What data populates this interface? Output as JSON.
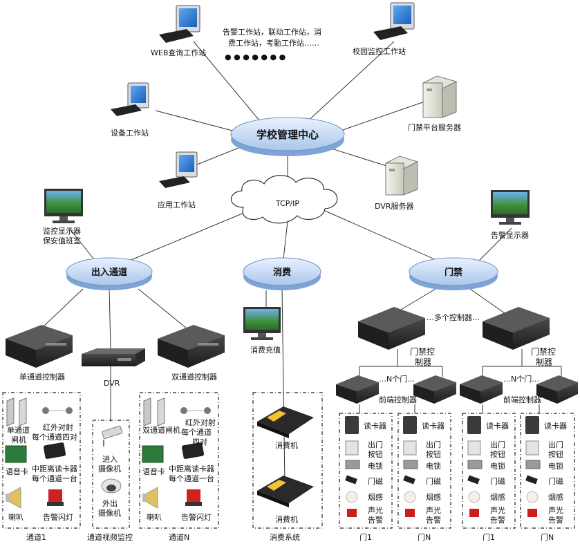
{
  "hubs": {
    "school_center": "学校管理中心",
    "tcpip": "TCP/IP",
    "entry_channel": "出入通道",
    "consumption": "消费",
    "access_control": "门禁"
  },
  "workstations": {
    "web": "WEB查询工作站",
    "alarm_note_line1": "告警工作站，联动工作站，消",
    "alarm_note_line2": "费工作站，考勤工作站……",
    "campus": "校园监控工作站",
    "equipment": "设备工作站",
    "access_server": "门禁平台服务器",
    "application": "应用工作站",
    "dvr_server": "DVR服务器"
  },
  "monitors": {
    "guard_line1": "监控显示器",
    "guard_line2": "保安值班室",
    "alarm_display": "告警显示器",
    "recharge": "消费充值"
  },
  "controllers": {
    "single": "单通道控制器",
    "dvr": "DVR",
    "double": "双通道控制器",
    "multi": "…多个控制器…",
    "door_ctrl_line1": "门禁控",
    "door_ctrl_line2": "制器",
    "n_doors": "…N个门…",
    "front_end": "前端控制器"
  },
  "channel1": {
    "gate_line1": "单通道",
    "gate_line2": "闸机",
    "ir_line1": "红外对射",
    "ir_line2": "每个通道四对",
    "voice": "语音卡",
    "reader_line1": "中距离读卡器",
    "reader_line2": "每个通道一台",
    "horn": "喇叭",
    "flash": "告警闪灯",
    "caption": "通道1"
  },
  "video": {
    "cam_in_line1": "进入",
    "cam_in_line2": "摄像机",
    "cam_out_line1": "外出",
    "cam_out_line2": "摄像机",
    "caption": "通道视频监控"
  },
  "channelN": {
    "gate": "双通道闸机",
    "ir_line1": "红外对射",
    "ir_line2": "每个通道",
    "ir_line3": "四对",
    "voice": "语音卡",
    "reader_line1": "中距离读卡器",
    "reader_line2": "每个通道一台",
    "horn": "喇叭",
    "flash": "告警闪灯",
    "caption": "通道N"
  },
  "pos": {
    "machine": "消费机",
    "caption": "消费系统"
  },
  "door": {
    "reader": "读卡器",
    "exit_line1": "出门",
    "exit_line2": "按钮",
    "lock": "电锁",
    "magnet": "门磁",
    "smoke": "烟感",
    "alarm_line1": "声光",
    "alarm_line2": "告警"
  },
  "door_captions": [
    "门1",
    "门N",
    "门1",
    "门N"
  ],
  "dots": "●    ●    ●    ●    ●    ●    ●"
}
